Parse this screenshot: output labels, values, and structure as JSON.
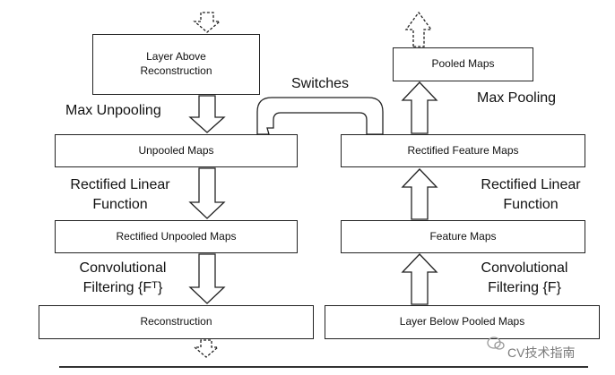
{
  "left_column": {
    "layer_above": "Layer Above\nReconstruction",
    "unpooled_maps": "Unpooled Maps",
    "rectified_unpooled_maps": "Rectified Unpooled Maps",
    "reconstruction": "Reconstruction",
    "max_unpooling": "Max Unpooling",
    "rectified_linear": "Rectified Linear\nFunction",
    "conv_filtering": "Convolutional\nFiltering {Fᵀ}"
  },
  "right_column": {
    "pooled_maps": "Pooled Maps",
    "rectified_feature_maps": "Rectified Feature Maps",
    "feature_maps": "Feature Maps",
    "layer_below": "Layer Below Pooled Maps",
    "max_pooling": "Max Pooling",
    "rectified_linear": "Rectified Linear\nFunction",
    "conv_filtering": "Convolutional\nFiltering {F}"
  },
  "switches_label": "Switches",
  "watermark": "CV技术指南"
}
